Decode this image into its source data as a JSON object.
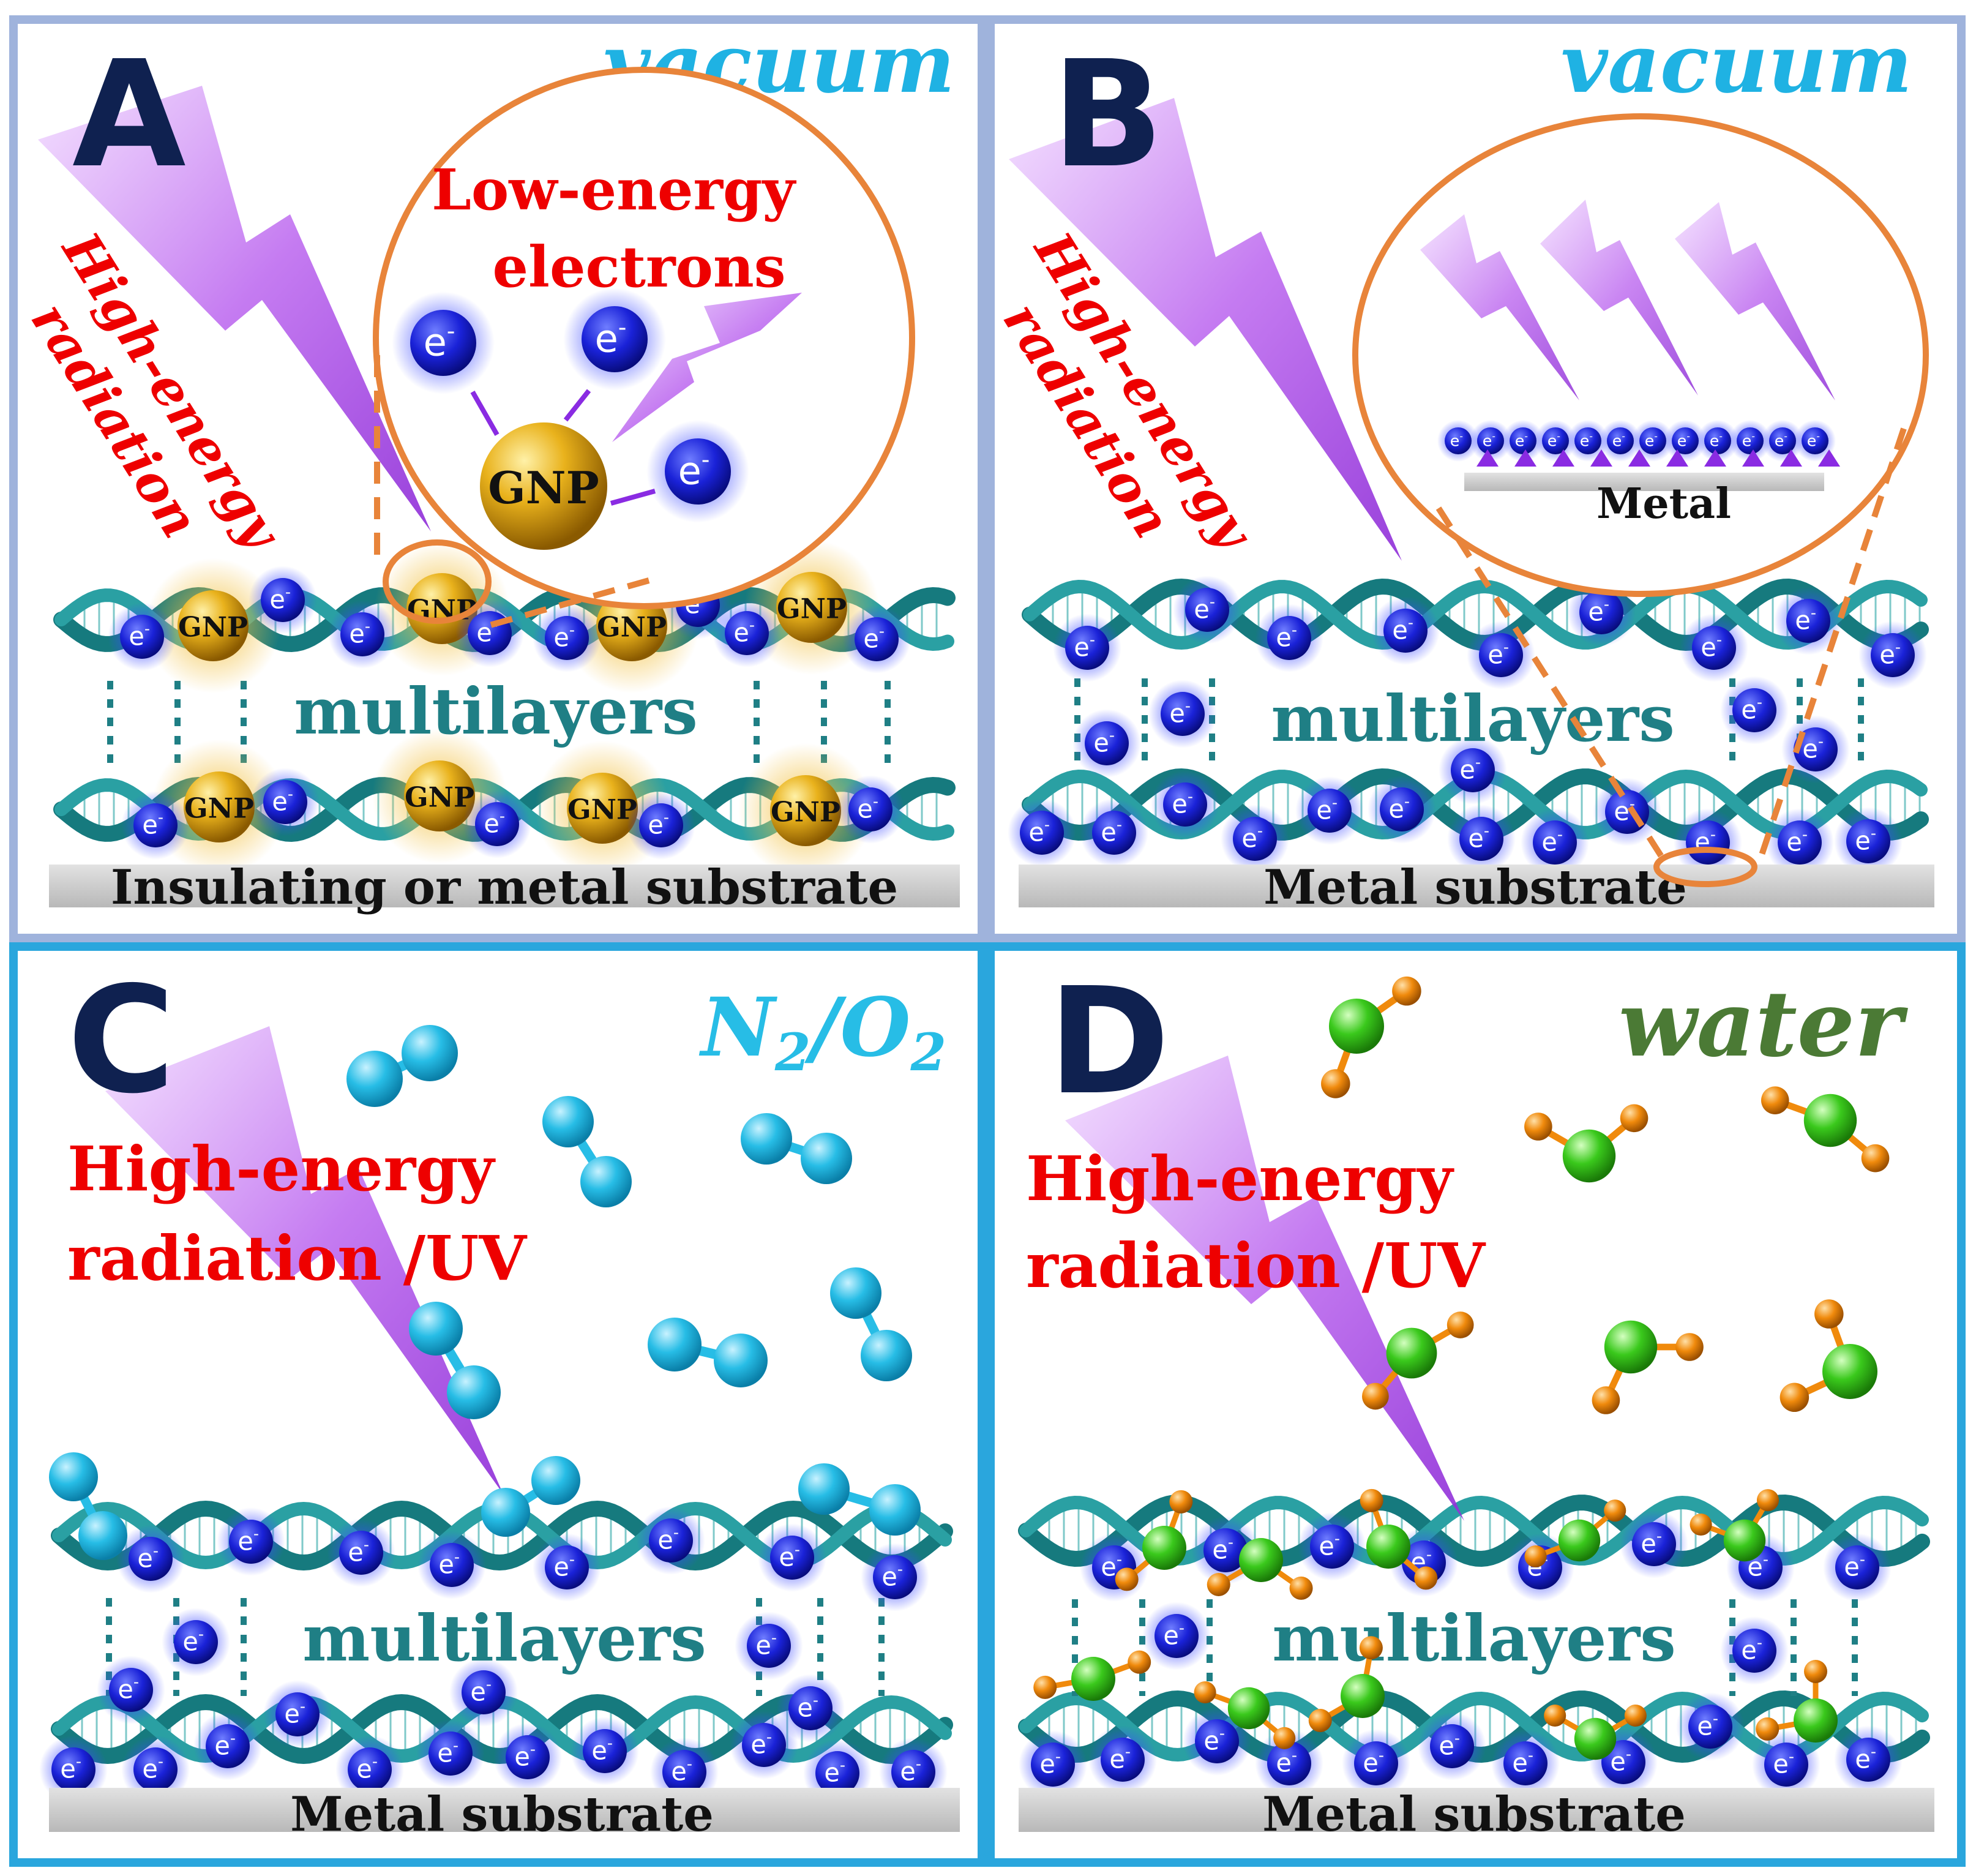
{
  "colors": {
    "frame_top": "#9fb3dc",
    "frame_bottom": "#2aa6dd",
    "label_dark": "#0f2150",
    "env_cyan": "#1fb2e3",
    "env_water": "#4b7a35",
    "red": "#ee0000",
    "teal": "#1f7f85",
    "helix": "#1e8a8e",
    "substrate": "#d0d0d0",
    "bolt": "#b050e6",
    "electron": "#1a22d8",
    "gnp": "#d69a10",
    "orange": "#e8843a",
    "n2o2": "#27bde6",
    "water_o": "#3ac91c",
    "water_h": "#f08a0c"
  },
  "panels": [
    {
      "id": "A",
      "letter": "A",
      "environment": "vacuum",
      "radiation_label": [
        "High-energy",
        "radiation"
      ],
      "zoom_title": [
        "Low-energy",
        "electrons"
      ],
      "zoom_particle": "GNP",
      "electron_symbol": "e",
      "electron_charge": "-",
      "nanoparticle_label": "GNP",
      "layer_label": "multilayers",
      "substrate_label": "Insulating or metal substrate"
    },
    {
      "id": "B",
      "letter": "B",
      "environment": "vacuum",
      "radiation_label": [
        "High-energy",
        "radiation"
      ],
      "zoom_surface_label": "Metal",
      "electron_symbol": "e",
      "electron_charge": "-",
      "layer_label": "multilayers",
      "substrate_label": "Metal substrate"
    },
    {
      "id": "C",
      "letter": "C",
      "environment_parts": [
        "N",
        "2",
        "/",
        "O",
        "2"
      ],
      "radiation_label": [
        "High-energy",
        "radiation /UV"
      ],
      "electron_symbol": "e",
      "electron_charge": "-",
      "layer_label": "multilayers",
      "substrate_label": "Metal substrate"
    },
    {
      "id": "D",
      "letter": "D",
      "environment": "water",
      "radiation_label": [
        "High-energy",
        "radiation /UV"
      ],
      "electron_symbol": "e",
      "electron_charge": "-",
      "layer_label": "multilayers",
      "substrate_label": "Metal substrate"
    }
  ]
}
